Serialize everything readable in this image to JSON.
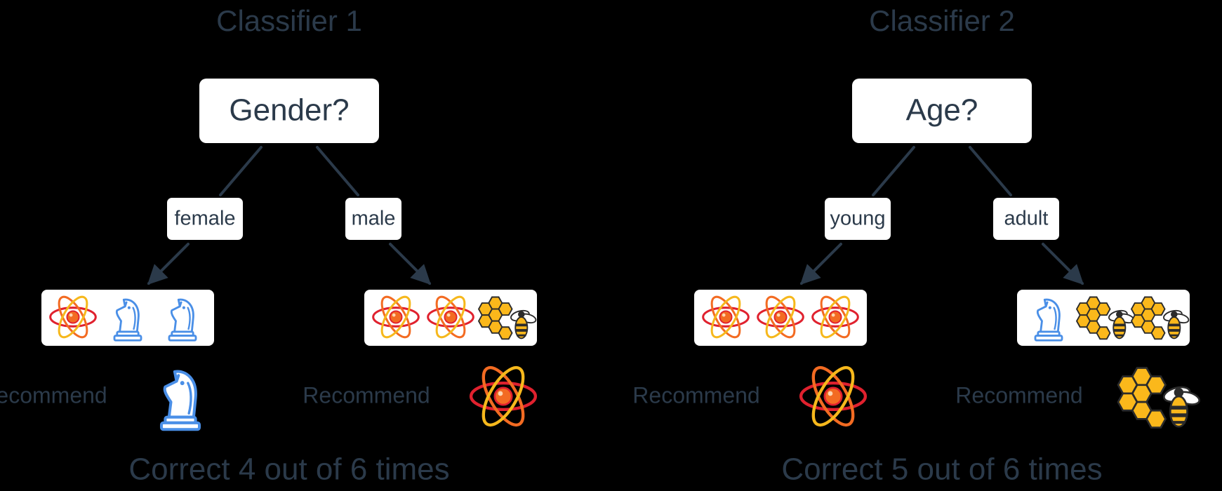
{
  "classifiers": [
    {
      "title": "Classifier 1",
      "question": "Gender?",
      "branches": [
        {
          "label": "female",
          "items": [
            "atom-icon",
            "chess-knight-icon",
            "chess-knight-icon"
          ],
          "recommend_label": "Recommend",
          "recommend_icon": "chess-knight-icon"
        },
        {
          "label": "male",
          "items": [
            "atom-icon",
            "atom-icon",
            "honeycomb-bee-icon"
          ],
          "recommend_label": "Recommend",
          "recommend_icon": "atom-icon"
        }
      ],
      "result": "Correct 4 out of 6 times"
    },
    {
      "title": "Classifier 2",
      "question": "Age?",
      "branches": [
        {
          "label": "young",
          "items": [
            "atom-icon",
            "atom-icon",
            "atom-icon"
          ],
          "recommend_label": "Recommend",
          "recommend_icon": "atom-icon"
        },
        {
          "label": "adult",
          "items": [
            "chess-knight-icon",
            "honeycomb-bee-icon",
            "honeycomb-bee-icon"
          ],
          "recommend_label": "Recommend",
          "recommend_icon": "honeycomb-bee-icon"
        }
      ],
      "result": "Correct 5 out of 6 times"
    }
  ],
  "colors": {
    "text": "#2b3a4a",
    "box": "#ffffff",
    "line": "#2b3a4a",
    "atom_orange": "#f36b22",
    "atom_red": "#e0212e",
    "atom_yellow": "#f6b81c",
    "knight_blue": "#4a8fe7",
    "honey": "#fbb81b",
    "bee_dark": "#2b2b2b"
  }
}
